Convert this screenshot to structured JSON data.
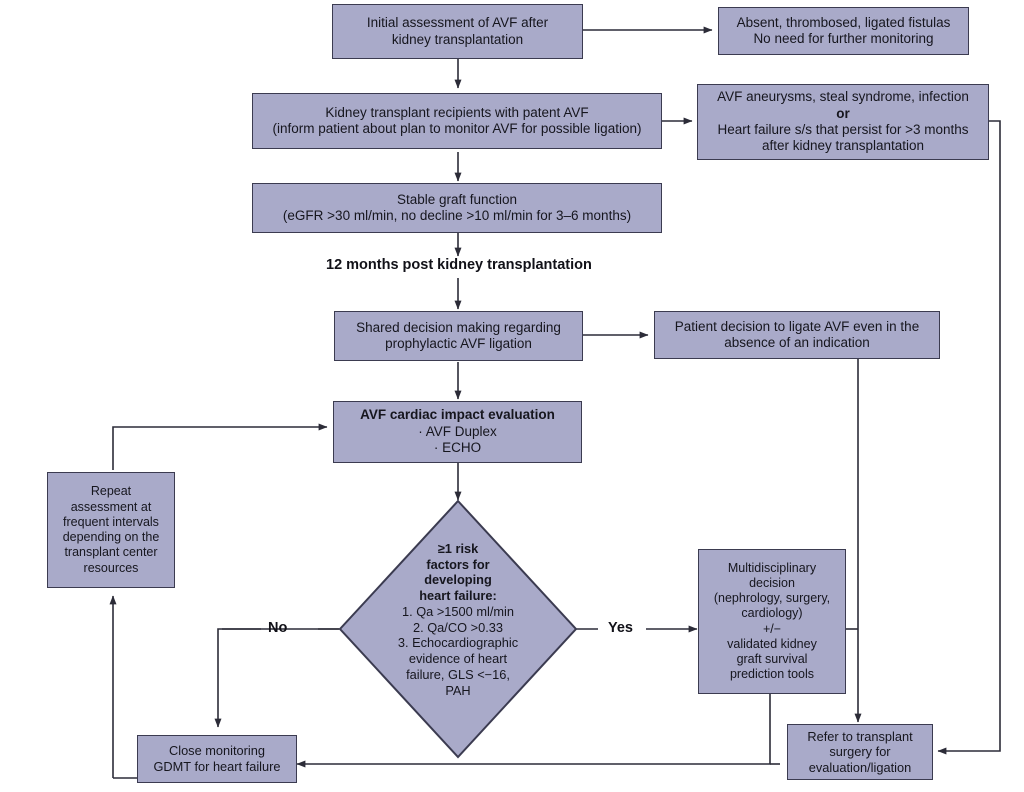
{
  "diagram": {
    "title_text": "12 months post kidney transplantation",
    "fill_color": "#a9aac9",
    "border_color": "#3b3b50",
    "line_color": "#2c2c38",
    "nodes": {
      "initial_assessment": {
        "line1": "Initial assessment of AVF after",
        "line2": "kidney transplantation"
      },
      "absent_fistulas": {
        "line1": "Absent, thrombosed, ligated fistulas",
        "line2": "No need for further monitoring"
      },
      "patent_avf": {
        "line1": "Kidney transplant recipients with patent AVF",
        "line2": "(inform patient about plan to monitor AVF for possible ligation)"
      },
      "aneurysms": {
        "line1": "AVF aneurysms, steal syndrome, infection",
        "line2": "or",
        "line3": "Heart failure s/s that persist for >3 months",
        "line4": "after kidney transplantation"
      },
      "stable_graft": {
        "line1": "Stable graft function",
        "line2": "(eGFR >30 ml/min, no decline >10 ml/min for 3–6 months)"
      },
      "shared_decision": {
        "line1": "Shared decision making regarding",
        "line2": "prophylactic AVF ligation"
      },
      "patient_decision": {
        "line1": "Patient decision to ligate AVF even in the",
        "line2": "absence of an indication"
      },
      "cardiac_impact": {
        "line1": "AVF cardiac impact evaluation",
        "line2": "· AVF Duplex",
        "line3": "· ECHO"
      },
      "repeat_assessment": {
        "line1": "Repeat",
        "line2": "assessment at",
        "line3": "frequent intervals",
        "line4": "depending on the",
        "line5": "transplant center",
        "line6": "resources"
      },
      "risk_decision": {
        "line1": "≥1 risk",
        "line2": "factors for",
        "line3": "developing",
        "line4": "heart failure:",
        "line5": "1. Qa >1500 ml/min",
        "line6": "2. Qa/CO >0.33",
        "line7": "3. Echocardiographic",
        "line8": "evidence of heart",
        "line9": "failure, GLS <−16,",
        "line10": "PAH"
      },
      "multidisciplinary": {
        "line1": "Multidisciplinary",
        "line2": "decision",
        "line3": "(nephrology, surgery,",
        "line4": "cardiology)",
        "line5": "+/−",
        "line6": "validated kidney",
        "line7": "graft survival",
        "line8": "prediction tools"
      },
      "refer_transplant": {
        "line1": "Refer to transplant",
        "line2": "surgery for",
        "line3": "evaluation/ligation"
      },
      "close_monitoring": {
        "line1": "Close monitoring",
        "line2": "GDMT for heart failure"
      }
    },
    "edge_labels": {
      "no": "No",
      "yes": "Yes"
    }
  }
}
